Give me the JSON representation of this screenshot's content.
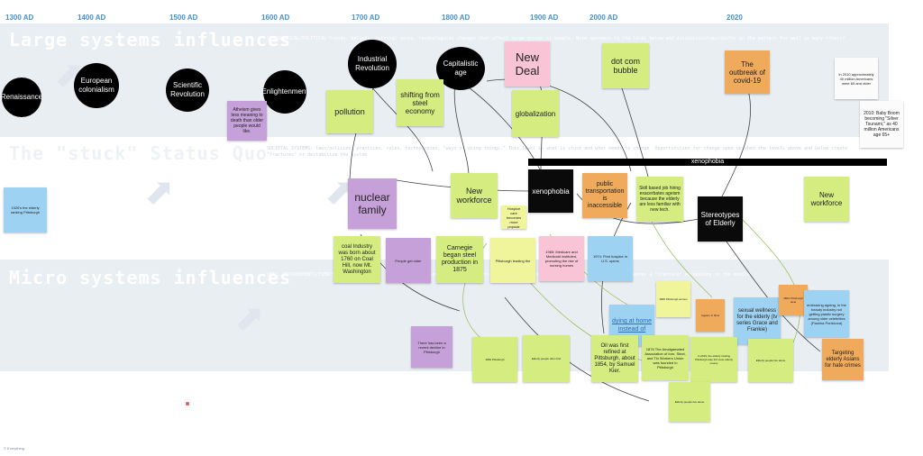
{
  "timeline": {
    "years": [
      "1300 AD",
      "1400 AD",
      "1500 AD",
      "1600 AD",
      "1700 AD",
      "1800 AD",
      "1900 AD",
      "2000 AD",
      "2020"
    ]
  },
  "bands": {
    "large": {
      "title": "Large systems influences",
      "description": "SOCIOLOGICAL/POLITICAL trends, beliefs, cultural norms, technological changes that affect large groups of people. Note openness to the level below and discontinuities/shifts in the pattern for well as many others?"
    },
    "stuck": {
      "title": "The \"stuck\" Status Quo",
      "description": "SOCIETAL SYSTEMS: laws/policies, practices, rules, technologies, \"ways of doing things.\" This level is what is stuck and what needs to change. Opportunities for change open up when the levels above and below create \"fractures\" or destabilize the system"
    },
    "micro": {
      "title": "Micro systems influences",
      "description": "SMALL ENVIRONMENTS/EVENTS: community-based, individual experiences or local events that weave in and \"pile up\" of when the top level creates a \"fracture\" or opening in the middle"
    }
  },
  "circles": [
    "Renaissance",
    "European colonialism",
    "Scientific Revolution",
    "Enlightenment",
    "Industrial Revolution",
    "Capitalistic age"
  ],
  "notes": {
    "new_deal": "New Deal",
    "dot_com": "dot com bubble",
    "covid": "The outbreak of covid-19",
    "pollution": "pollution",
    "steel": "shifting from steel economy",
    "globalization": "globalization",
    "atheism": "Atheism gives less meaning to death than older people would like.",
    "nuclear": "nuclear family",
    "new_workforce": "New workforce",
    "new_workforce2": "New workforce",
    "xenophobia_note": "xenophobia",
    "xenophobia_bar": "xenophobia",
    "public_transport": "public transportation is inaccessible",
    "skill": "Skill based job hiring exacerbates ageism because the elderly are less familiar with new tech.",
    "stereotypes": "Stereotypes of Elderly",
    "coal": "coal Industry was born about 1760 on Coal Hill, now Mt. Washington",
    "carnegie": "Carnegie began steel production in 1875",
    "dying": "dying at home instead of",
    "sexual": "sexual wellness for the elderly (tv series Grace and Frankie)",
    "embracing": "embracing ageing, in the beauty industry not getting plastic surgery among older celebrities (Paulina Porizkova)",
    "targeting": "Targeting elderly Asians for hate crimes",
    "oil": "Oil was first refined at Pittsburgh, about 1854, by Samuel Kier.",
    "amalgamated": "1876 The Amalgamated Association of Iron, Steel, and Tin Workers Union was founded in Pittsburgh",
    "baby_boom": "2010: Baby Boom becoming \"Silver Tsunami,\" as 40 million Americans age 65+",
    "pa_stat": "In 2019, the elderly ranking Pittsburgh was 3rd most elderly county",
    "medicare": "1965: Medicare and Medicaid instituted, promoting the rise of nursing homes",
    "hospice": "1974: First hospice in U.S. opens",
    "us_stat": "In 2010 approximately 40 million Americans were 65 and older",
    "small_blue": "1920's the elderly ranking Pittsburgh",
    "purple_small": "People get older",
    "purple_small2": "There has been a recent decline in Pittsburgh",
    "ageism": "Ageism in films",
    "y_small1": "Hospice care becomes more popular",
    "y_small2": "Pittsburgh leading the",
    "y_small3": "1865 Pittsburgh women",
    "y_small4": "1863: Pittsburgh steel",
    "y_small5": "1881 Pittsburgh",
    "y_small6": "Elderly people often find",
    "y_small7": "Elderly people live alone",
    "footer": "© Everything"
  }
}
